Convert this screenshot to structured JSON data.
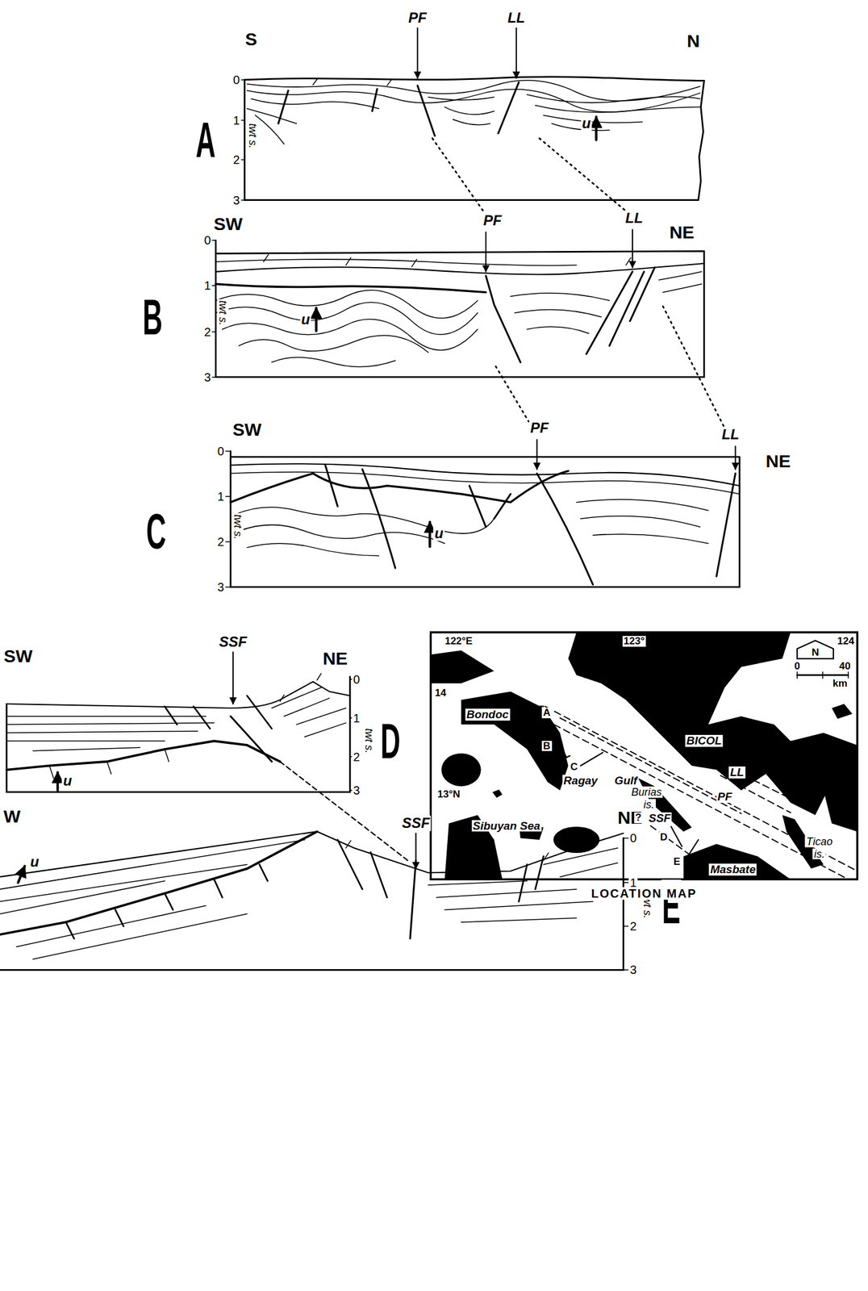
{
  "diagram": {
    "labels": [
      "S",
      "N",
      "PF",
      "LL",
      "0",
      "1",
      "2",
      "3",
      "twt s.",
      "u",
      "A",
      "SW",
      "NE",
      "PF",
      "LL",
      "0",
      "1",
      "2",
      "3",
      "twt s.",
      "u",
      "B",
      "SW",
      "PF",
      "LL",
      "NE",
      "0",
      "1",
      "2",
      "3",
      "twt s.",
      "u",
      "C",
      "SW",
      "NE",
      "SSF",
      "0",
      "1",
      "2",
      "3",
      "twt s.",
      "u",
      "D",
      "W",
      "NE",
      "SSF",
      "0",
      "1",
      "2",
      "3",
      "twt s.",
      "u",
      "E",
      "122°E",
      "123°",
      "124",
      "14",
      "N",
      "0",
      "40",
      "km",
      "Bondoc",
      "A",
      "B",
      "C",
      "BICOL",
      "LL",
      "Ragay",
      "Gulf",
      "Burias",
      "is.",
      "13°N",
      "?",
      "SSF",
      "PF",
      "Sibuyan Sea",
      "D",
      "E",
      "Ticao",
      "is.",
      "Masbate",
      "LOCATION MAP"
    ]
  }
}
